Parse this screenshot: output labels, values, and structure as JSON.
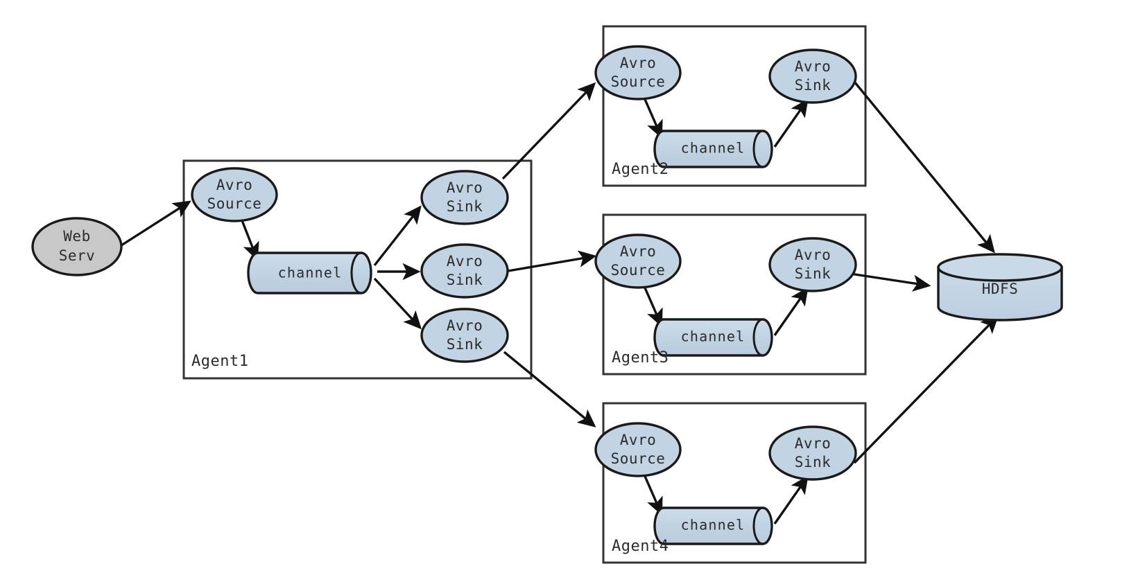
{
  "diagram": {
    "title": "Flume multi-agent fan-out topology",
    "colors": {
      "node_fill": "#c2d3e3",
      "source_fill": "#c8c8c8",
      "stroke": "#1a1a1a",
      "box_stroke": "#333333",
      "text": "#2b2b2b",
      "background": "#ffffff"
    },
    "source_node": {
      "name": "web-server",
      "label_line1": "Web",
      "label_line2": "Serv",
      "shape": "ellipse"
    },
    "sink_store": {
      "name": "hdfs",
      "label": "HDFS",
      "shape": "cylinder"
    },
    "agents": [
      {
        "id": "agent1",
        "label": "Agent1",
        "source": {
          "label_line1": "Avro",
          "label_line2": "Source"
        },
        "channel": {
          "label": "channel"
        },
        "sinks": [
          {
            "label_line1": "Avro",
            "label_line2": "Sink"
          },
          {
            "label_line1": "Avro",
            "label_line2": "Sink"
          },
          {
            "label_line1": "Avro",
            "label_line2": "Sink"
          }
        ]
      },
      {
        "id": "agent2",
        "label": "Agent2",
        "source": {
          "label_line1": "Avro",
          "label_line2": "Source"
        },
        "channel": {
          "label": "channel"
        },
        "sinks": [
          {
            "label_line1": "Avro",
            "label_line2": "Sink"
          }
        ]
      },
      {
        "id": "agent3",
        "label": "Agent3",
        "source": {
          "label_line1": "Avro",
          "label_line2": "Source"
        },
        "channel": {
          "label": "channel"
        },
        "sinks": [
          {
            "label_line1": "Avro",
            "label_line2": "Sink"
          }
        ]
      },
      {
        "id": "agent4",
        "label": "Agent4",
        "source": {
          "label_line1": "Avro",
          "label_line2": "Source"
        },
        "channel": {
          "label": "channel"
        },
        "sinks": [
          {
            "label_line1": "Avro",
            "label_line2": "Sink"
          }
        ]
      }
    ],
    "edges": [
      {
        "from": "web-server",
        "to": "agent1.source"
      },
      {
        "from": "agent1.source",
        "to": "agent1.channel"
      },
      {
        "from": "agent1.channel",
        "to": "agent1.sink1"
      },
      {
        "from": "agent1.channel",
        "to": "agent1.sink2"
      },
      {
        "from": "agent1.channel",
        "to": "agent1.sink3"
      },
      {
        "from": "agent1.sink1",
        "to": "agent2.source"
      },
      {
        "from": "agent1.sink2",
        "to": "agent3.source"
      },
      {
        "from": "agent1.sink3",
        "to": "agent4.source"
      },
      {
        "from": "agent2.source",
        "to": "agent2.channel"
      },
      {
        "from": "agent2.channel",
        "to": "agent2.sink"
      },
      {
        "from": "agent3.source",
        "to": "agent3.channel"
      },
      {
        "from": "agent3.channel",
        "to": "agent3.sink"
      },
      {
        "from": "agent4.source",
        "to": "agent4.channel"
      },
      {
        "from": "agent4.channel",
        "to": "agent4.sink"
      },
      {
        "from": "agent2.sink",
        "to": "hdfs"
      },
      {
        "from": "agent3.sink",
        "to": "hdfs"
      },
      {
        "from": "agent4.sink",
        "to": "hdfs"
      }
    ]
  }
}
